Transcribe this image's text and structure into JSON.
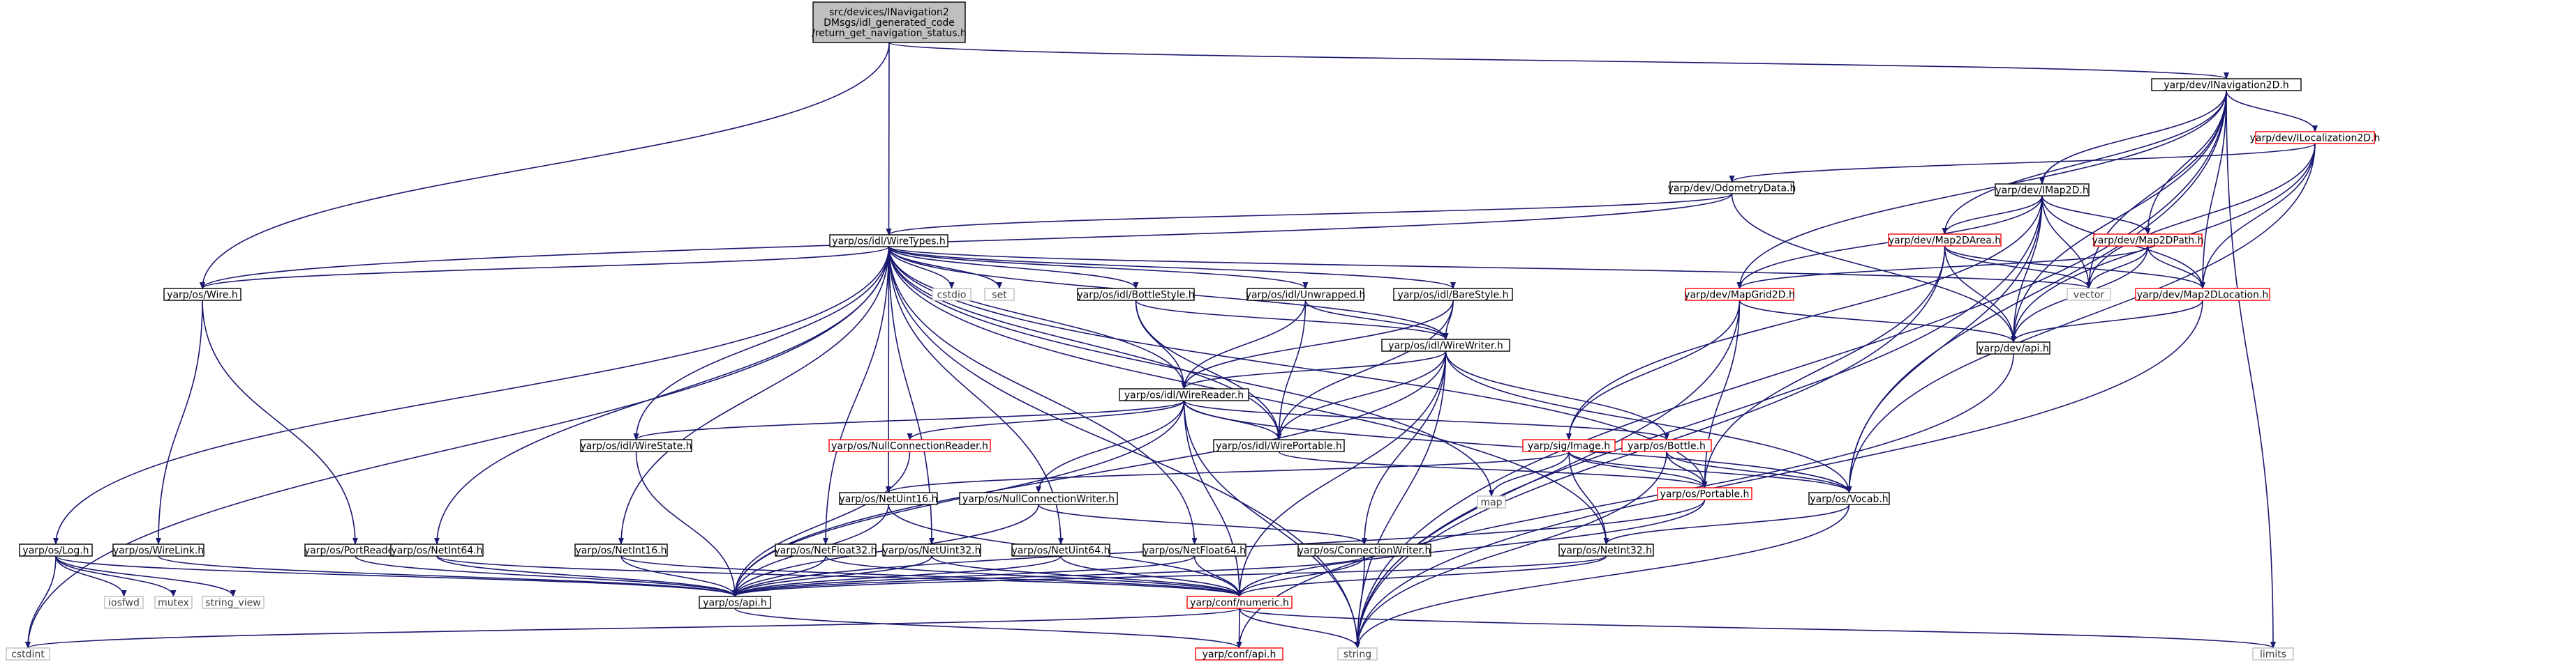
{
  "diagram": {
    "type": "include-dependency-graph",
    "nodes": [
      {
        "id": "root",
        "label": "src/devices/INavigation2\nDMsgs/idl_generated_code\n/return_get_navigation_status.h",
        "kind": "root"
      },
      {
        "id": "inav2d",
        "label": "yarp/dev/INavigation2D.h",
        "kind": "normal"
      },
      {
        "id": "iloc2d",
        "label": "yarp/dev/ILocalization2D.h",
        "kind": "red"
      },
      {
        "id": "odom",
        "label": "yarp/dev/OdometryData.h",
        "kind": "normal"
      },
      {
        "id": "imap2d",
        "label": "yarp/dev/IMap2D.h",
        "kind": "normal"
      },
      {
        "id": "wiretypes",
        "label": "yarp/os/idl/WireTypes.h",
        "kind": "normal"
      },
      {
        "id": "map2darea",
        "label": "yarp/dev/Map2DArea.h",
        "kind": "red"
      },
      {
        "id": "map2dpath",
        "label": "yarp/dev/Map2DPath.h",
        "kind": "red"
      },
      {
        "id": "wire",
        "label": "yarp/os/Wire.h",
        "kind": "normal"
      },
      {
        "id": "cstdio",
        "label": "cstdio",
        "kind": "system"
      },
      {
        "id": "set",
        "label": "set",
        "kind": "system"
      },
      {
        "id": "bottlestyle",
        "label": "yarp/os/idl/BottleStyle.h",
        "kind": "normal"
      },
      {
        "id": "unwrapped",
        "label": "yarp/os/idl/Unwrapped.h",
        "kind": "normal"
      },
      {
        "id": "barestyle",
        "label": "yarp/os/idl/BareStyle.h",
        "kind": "normal"
      },
      {
        "id": "mapgrid2d",
        "label": "yarp/dev/MapGrid2D.h",
        "kind": "red"
      },
      {
        "id": "vector",
        "label": "vector",
        "kind": "system"
      },
      {
        "id": "map2dloc",
        "label": "yarp/dev/Map2DLocation.h",
        "kind": "red"
      },
      {
        "id": "devapi",
        "label": "yarp/dev/api.h",
        "kind": "normal"
      },
      {
        "id": "wirewriter",
        "label": "yarp/os/idl/WireWriter.h",
        "kind": "normal"
      },
      {
        "id": "wirereader",
        "label": "yarp/os/idl/WireReader.h",
        "kind": "normal"
      },
      {
        "id": "wirestate",
        "label": "yarp/os/idl/WireState.h",
        "kind": "normal"
      },
      {
        "id": "nullconnreader",
        "label": "yarp/os/NullConnectionReader.h",
        "kind": "red"
      },
      {
        "id": "wireportable",
        "label": "yarp/os/idl/WirePortable.h",
        "kind": "normal"
      },
      {
        "id": "image",
        "label": "yarp/sig/Image.h",
        "kind": "red"
      },
      {
        "id": "bottle",
        "label": "yarp/os/Bottle.h",
        "kind": "red"
      },
      {
        "id": "netuint16",
        "label": "yarp/os/NetUint16.h",
        "kind": "normal"
      },
      {
        "id": "nullconnwriter",
        "label": "yarp/os/NullConnectionWriter.h",
        "kind": "normal"
      },
      {
        "id": "map",
        "label": "map",
        "kind": "system"
      },
      {
        "id": "portable",
        "label": "yarp/os/Portable.h",
        "kind": "red"
      },
      {
        "id": "vocab",
        "label": "yarp/os/Vocab.h",
        "kind": "normal"
      },
      {
        "id": "log",
        "label": "yarp/os/Log.h",
        "kind": "normal"
      },
      {
        "id": "wirelink",
        "label": "yarp/os/WireLink.h",
        "kind": "normal"
      },
      {
        "id": "portreader",
        "label": "yarp/os/PortReader.h",
        "kind": "normal"
      },
      {
        "id": "netint64",
        "label": "yarp/os/NetInt64.h",
        "kind": "normal"
      },
      {
        "id": "netint16",
        "label": "yarp/os/NetInt16.h",
        "kind": "normal"
      },
      {
        "id": "netfloat32",
        "label": "yarp/os/NetFloat32.h",
        "kind": "normal"
      },
      {
        "id": "netuint32",
        "label": "yarp/os/NetUint32.h",
        "kind": "normal"
      },
      {
        "id": "netuint64",
        "label": "yarp/os/NetUint64.h",
        "kind": "normal"
      },
      {
        "id": "netfloat64",
        "label": "yarp/os/NetFloat64.h",
        "kind": "normal"
      },
      {
        "id": "connwriter",
        "label": "yarp/os/ConnectionWriter.h",
        "kind": "normal"
      },
      {
        "id": "netint32",
        "label": "yarp/os/NetInt32.h",
        "kind": "normal"
      },
      {
        "id": "iosfwd",
        "label": "iosfwd",
        "kind": "system"
      },
      {
        "id": "mutex",
        "label": "mutex",
        "kind": "system"
      },
      {
        "id": "string_view",
        "label": "string_view",
        "kind": "system"
      },
      {
        "id": "osapi",
        "label": "yarp/os/api.h",
        "kind": "normal"
      },
      {
        "id": "numeric",
        "label": "yarp/conf/numeric.h",
        "kind": "red"
      },
      {
        "id": "cstdint",
        "label": "cstdint",
        "kind": "system"
      },
      {
        "id": "string",
        "label": "string",
        "kind": "system"
      },
      {
        "id": "limits",
        "label": "limits",
        "kind": "system"
      },
      {
        "id": "confapi",
        "label": "yarp/conf/api.h",
        "kind": "red"
      }
    ],
    "edges": [
      [
        "root",
        "inav2d"
      ],
      [
        "root",
        "wiretypes"
      ],
      [
        "root",
        "wire"
      ],
      [
        "inav2d",
        "iloc2d"
      ],
      [
        "inav2d",
        "imap2d"
      ],
      [
        "inav2d",
        "map2dpath"
      ],
      [
        "inav2d",
        "map2darea"
      ],
      [
        "inav2d",
        "mapgrid2d"
      ],
      [
        "inav2d",
        "vector"
      ],
      [
        "inav2d",
        "map2dloc"
      ],
      [
        "inav2d",
        "devapi"
      ],
      [
        "inav2d",
        "vocab"
      ],
      [
        "inav2d",
        "string"
      ],
      [
        "inav2d",
        "limits"
      ],
      [
        "iloc2d",
        "odom"
      ],
      [
        "iloc2d",
        "vector"
      ],
      [
        "iloc2d",
        "map2dloc"
      ],
      [
        "iloc2d",
        "devapi"
      ],
      [
        "iloc2d",
        "vocab"
      ],
      [
        "odom",
        "wiretypes"
      ],
      [
        "odom",
        "wire"
      ],
      [
        "odom",
        "devapi"
      ],
      [
        "imap2d",
        "map2darea"
      ],
      [
        "imap2d",
        "map2dpath"
      ],
      [
        "imap2d",
        "mapgrid2d"
      ],
      [
        "imap2d",
        "map2dloc"
      ],
      [
        "imap2d",
        "vector"
      ],
      [
        "imap2d",
        "devapi"
      ],
      [
        "imap2d",
        "string"
      ],
      [
        "imap2d",
        "image"
      ],
      [
        "imap2d",
        "vocab"
      ],
      [
        "map2darea",
        "vector"
      ],
      [
        "map2darea",
        "map2dloc"
      ],
      [
        "map2darea",
        "devapi"
      ],
      [
        "map2darea",
        "string"
      ],
      [
        "map2darea",
        "portable"
      ],
      [
        "map2dpath",
        "vector"
      ],
      [
        "map2dpath",
        "map2dloc"
      ],
      [
        "map2dpath",
        "devapi"
      ],
      [
        "map2dpath",
        "mapgrid2d"
      ],
      [
        "mapgrid2d",
        "devapi"
      ],
      [
        "mapgrid2d",
        "image"
      ],
      [
        "mapgrid2d",
        "portable"
      ],
      [
        "mapgrid2d",
        "string"
      ],
      [
        "map2dloc",
        "devapi"
      ],
      [
        "map2dloc",
        "string"
      ],
      [
        "devapi",
        "confapi"
      ],
      [
        "wiretypes",
        "wire"
      ],
      [
        "wiretypes",
        "cstdio"
      ],
      [
        "wiretypes",
        "set"
      ],
      [
        "wiretypes",
        "bottlestyle"
      ],
      [
        "wiretypes",
        "unwrapped"
      ],
      [
        "wiretypes",
        "barestyle"
      ],
      [
        "wiretypes",
        "vector"
      ],
      [
        "wiretypes",
        "wirewriter"
      ],
      [
        "wiretypes",
        "wirereader"
      ],
      [
        "wiretypes",
        "wirestate"
      ],
      [
        "wiretypes",
        "wireportable"
      ],
      [
        "wiretypes",
        "log"
      ],
      [
        "wiretypes",
        "netint64"
      ],
      [
        "wiretypes",
        "netint16"
      ],
      [
        "wiretypes",
        "netuint16"
      ],
      [
        "wiretypes",
        "netfloat32"
      ],
      [
        "wiretypes",
        "netuint32"
      ],
      [
        "wiretypes",
        "netuint64"
      ],
      [
        "wiretypes",
        "netfloat64"
      ],
      [
        "wiretypes",
        "netint32"
      ],
      [
        "wiretypes",
        "string"
      ],
      [
        "wiretypes",
        "cstdint"
      ],
      [
        "wiretypes",
        "map"
      ],
      [
        "wiretypes",
        "portable"
      ],
      [
        "wire",
        "portreader"
      ],
      [
        "wire",
        "wirelink"
      ],
      [
        "bottlestyle",
        "wirereader"
      ],
      [
        "bottlestyle",
        "wirewriter"
      ],
      [
        "bottlestyle",
        "wireportable"
      ],
      [
        "unwrapped",
        "wirereader"
      ],
      [
        "unwrapped",
        "wirewriter"
      ],
      [
        "unwrapped",
        "wireportable"
      ],
      [
        "barestyle",
        "wirereader"
      ],
      [
        "barestyle",
        "wirewriter"
      ],
      [
        "barestyle",
        "wireportable"
      ],
      [
        "wirewriter",
        "wirereader"
      ],
      [
        "wirewriter",
        "wireportable"
      ],
      [
        "wirewriter",
        "bottle"
      ],
      [
        "wirewriter",
        "vocab"
      ],
      [
        "wirewriter",
        "string"
      ],
      [
        "wirewriter",
        "numeric"
      ],
      [
        "wirewriter",
        "connwriter"
      ],
      [
        "wirewriter",
        "osapi"
      ],
      [
        "wirereader",
        "wirestate"
      ],
      [
        "wirereader",
        "nullconnreader"
      ],
      [
        "wirereader",
        "wireportable"
      ],
      [
        "wirereader",
        "bottle"
      ],
      [
        "wirereader",
        "vocab"
      ],
      [
        "wirereader",
        "nullconnwriter"
      ],
      [
        "wirereader",
        "string"
      ],
      [
        "wirereader",
        "numeric"
      ],
      [
        "wirereader",
        "osapi"
      ],
      [
        "wirestate",
        "osapi"
      ],
      [
        "nullconnreader",
        "osapi"
      ],
      [
        "wireportable",
        "portable"
      ],
      [
        "image",
        "portable"
      ],
      [
        "image",
        "map"
      ],
      [
        "image",
        "vocab"
      ],
      [
        "image",
        "netint32"
      ],
      [
        "image",
        "netuint16"
      ],
      [
        "bottle",
        "portable"
      ],
      [
        "bottle",
        "vocab"
      ],
      [
        "bottle",
        "string"
      ],
      [
        "portable",
        "osapi"
      ],
      [
        "portable",
        "numeric"
      ],
      [
        "vocab",
        "netint32"
      ],
      [
        "vocab",
        "string"
      ],
      [
        "nullconnwriter",
        "connwriter"
      ],
      [
        "nullconnwriter",
        "osapi"
      ],
      [
        "netuint16",
        "osapi"
      ],
      [
        "netuint16",
        "numeric"
      ],
      [
        "log",
        "cstdint"
      ],
      [
        "log",
        "iosfwd"
      ],
      [
        "log",
        "mutex"
      ],
      [
        "log",
        "string_view"
      ],
      [
        "log",
        "osapi"
      ],
      [
        "wirelink",
        "osapi"
      ],
      [
        "portreader",
        "osapi"
      ],
      [
        "netint64",
        "osapi"
      ],
      [
        "netint64",
        "numeric"
      ],
      [
        "netint16",
        "osapi"
      ],
      [
        "netint16",
        "numeric"
      ],
      [
        "netfloat32",
        "osapi"
      ],
      [
        "netfloat32",
        "numeric"
      ],
      [
        "netuint32",
        "osapi"
      ],
      [
        "netuint32",
        "numeric"
      ],
      [
        "netuint64",
        "osapi"
      ],
      [
        "netuint64",
        "numeric"
      ],
      [
        "netfloat64",
        "osapi"
      ],
      [
        "netfloat64",
        "numeric"
      ],
      [
        "connwriter",
        "osapi"
      ],
      [
        "connwriter",
        "numeric"
      ],
      [
        "connwriter",
        "string"
      ],
      [
        "netint32",
        "osapi"
      ],
      [
        "netint32",
        "numeric"
      ],
      [
        "osapi",
        "confapi"
      ],
      [
        "numeric",
        "confapi"
      ],
      [
        "numeric",
        "cstdint"
      ],
      [
        "numeric",
        "string"
      ],
      [
        "numeric",
        "limits"
      ]
    ],
    "colors": {
      "edge": "#191970",
      "normal_border": "#000000",
      "red_border": "#ff0000",
      "system_border": "#bfbfbf",
      "system_text": "#3f3f3f",
      "root_fill": "#bfbfbf",
      "node_fill": "#ffffff"
    }
  }
}
